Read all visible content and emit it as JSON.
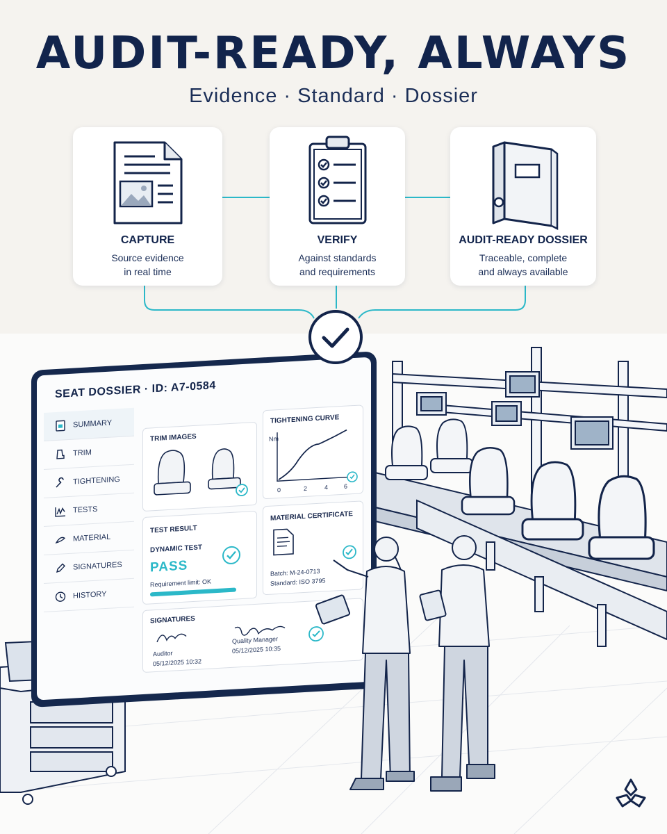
{
  "hero": {
    "title": "AUDIT-READY, ALWAYS",
    "subtitle": "Evidence · Standard · Dossier"
  },
  "steps": [
    {
      "title": "CAPTURE",
      "desc_line1": "Source evidence",
      "desc_line2": "in real time",
      "icon": "document-image-icon"
    },
    {
      "title": "VERIFY",
      "desc_line1": "Against standards",
      "desc_line2": "and requirements",
      "icon": "clipboard-checklist-icon"
    },
    {
      "title": "AUDIT-READY DOSSIER",
      "desc_line1": "Traceable, complete",
      "desc_line2": "and always available",
      "icon": "binder-icon"
    }
  ],
  "dashboard": {
    "title": "SEAT DOSSIER · ID: A7-0584",
    "sidebar": [
      {
        "label": "SUMMARY",
        "icon": "summary-icon",
        "active": true
      },
      {
        "label": "TRIM",
        "icon": "seat-icon"
      },
      {
        "label": "TIGHTENING",
        "icon": "wrench-icon"
      },
      {
        "label": "TESTS",
        "icon": "wave-chart-icon"
      },
      {
        "label": "MATERIAL",
        "icon": "material-icon"
      },
      {
        "label": "SIGNATURES",
        "icon": "pen-icon"
      },
      {
        "label": "HISTORY",
        "icon": "clock-icon"
      }
    ],
    "trim_images": {
      "title": "TRIM IMAGES"
    },
    "tightening": {
      "title": "TIGHTENING CURVE",
      "ylabel": "Nm",
      "ticks": [
        "0",
        "2",
        "4",
        "6"
      ]
    },
    "test_result": {
      "title": "TEST RESULT",
      "test_name": "DYNAMIC TEST",
      "result": "PASS",
      "limit": "Requirement limit: OK",
      "progress": 1.0
    },
    "material": {
      "title": "MATERIAL CERTIFICATE",
      "batch": "Batch: M-24-0713",
      "standard": "Standard: ISO 3795"
    },
    "signatures": {
      "title": "SIGNATURES",
      "auditor_role": "Auditor",
      "auditor_date": "05/12/2025 10:32",
      "qm_role": "Quality Manager",
      "qm_date": "05/12/2025 10:35"
    }
  },
  "colors": {
    "navy": "#12244c",
    "accent": "#2bb8c8",
    "card": "#ffffff",
    "background": "#f5f3ef"
  }
}
